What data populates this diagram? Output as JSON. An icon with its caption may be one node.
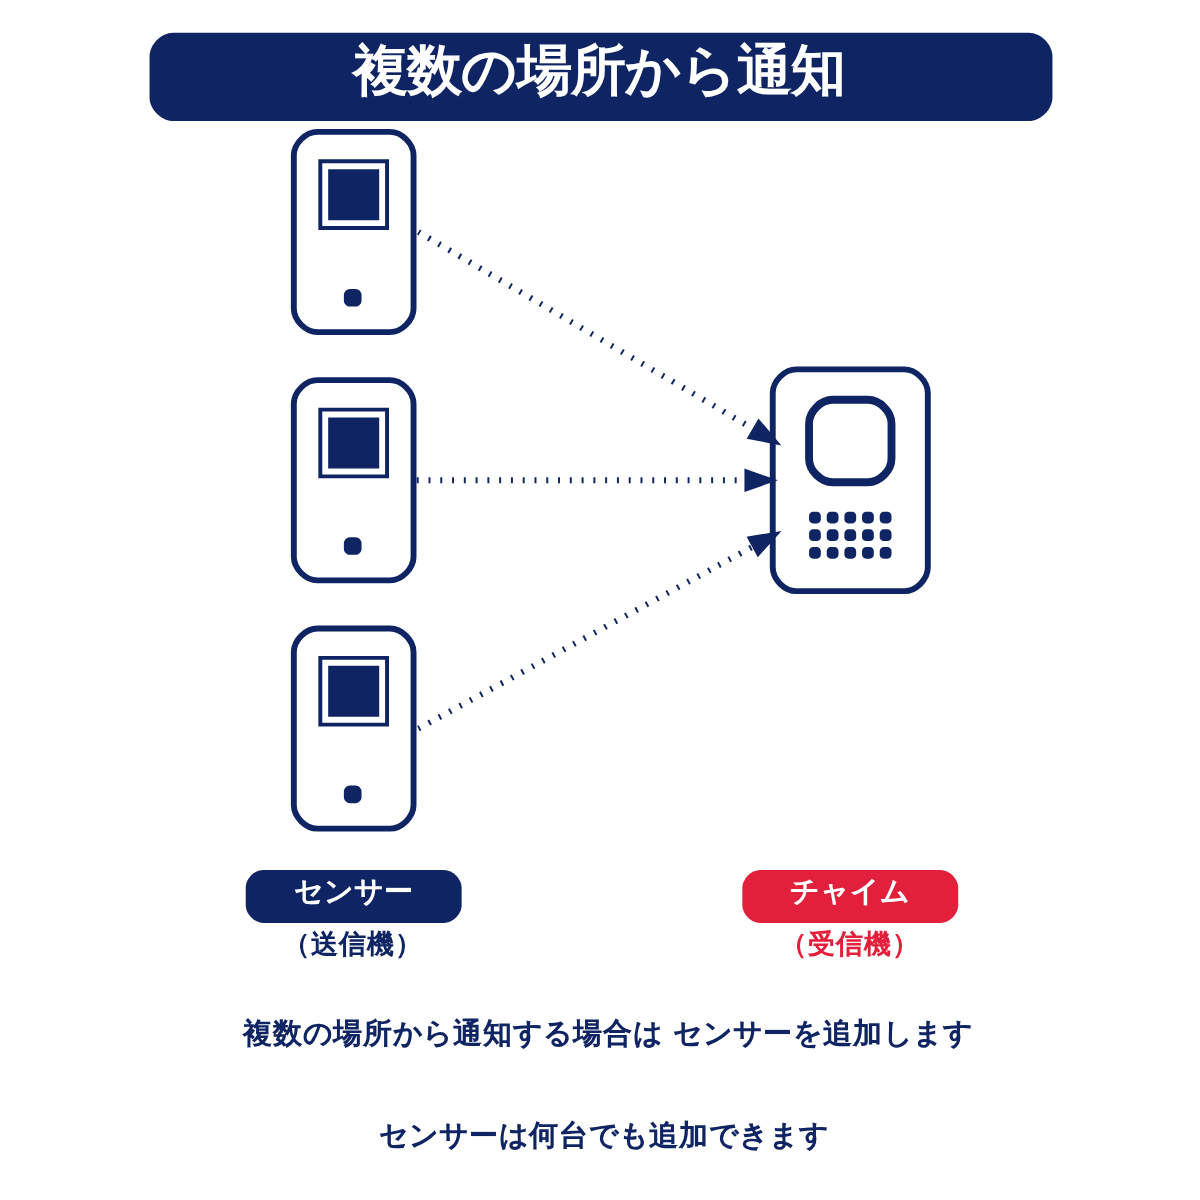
{
  "diagram": {
    "title": "複数の場所から通知",
    "nodes": [
      {
        "text": [],
        "shape": "picture"
      },
      {
        "text": [],
        "shape": "picture"
      },
      {
        "text": [],
        "shape": "picture"
      },
      {
        "text": [],
        "shape": "picture"
      },
      {
        "text": [
          "センサー"
        ],
        "beside": [
          "（送信機）"
        ]
      },
      {
        "text": [
          "チャイム"
        ],
        "beside": [
          "（受信機）"
        ]
      }
    ],
    "edges": [
      {
        "from": 0,
        "to": 3,
        "arrow": "to",
        "style": "dashed"
      },
      {
        "from": 1,
        "to": 3,
        "arrow": "to",
        "style": "dashed"
      },
      {
        "from": 2,
        "to": 3,
        "arrow": "to",
        "style": "dashed"
      }
    ],
    "labels": [
      "複数の場所から通知する場合は センサーを追加します",
      "センサーは何台でも追加できます"
    ]
  }
}
